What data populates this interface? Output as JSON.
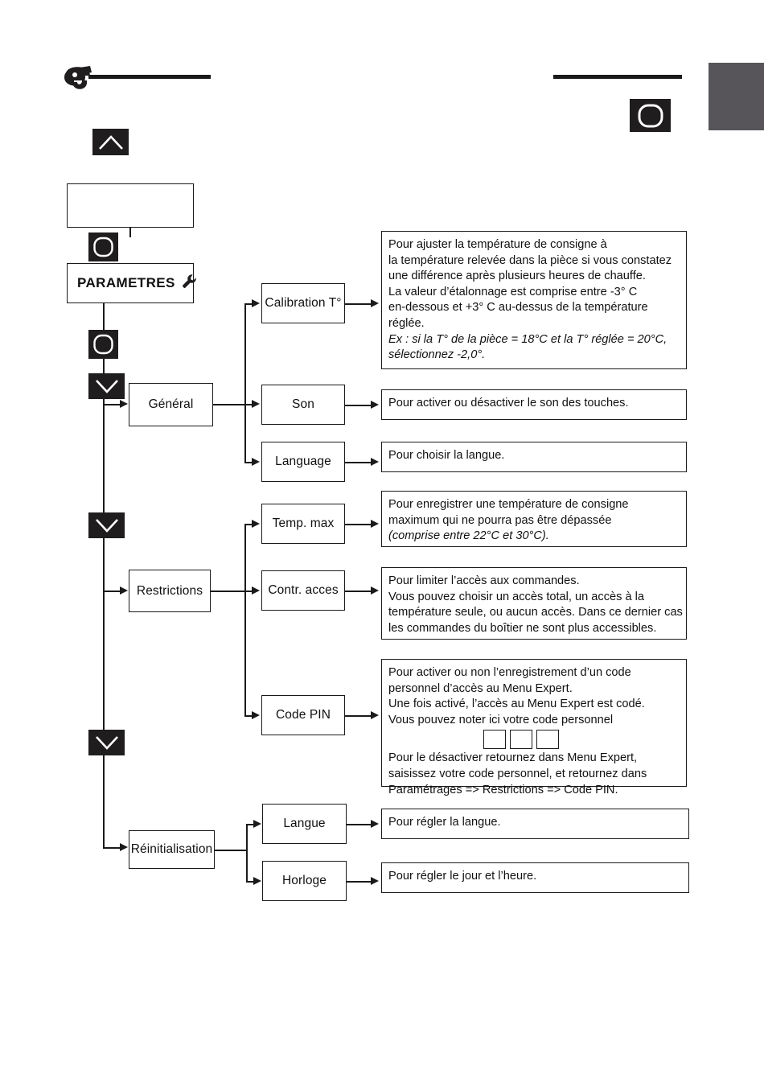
{
  "page": {
    "language": "fr",
    "document_type": "thermostat-menu-flow-diagram",
    "colors": {
      "ink": "#1a1a1a",
      "key_fill": "#1f1d1e",
      "gray_tab": "#58555a",
      "paper": "#ffffff"
    }
  },
  "header": {
    "logo_name": "brand-logo",
    "rule_left_name": "header-rule-left",
    "rule_right_name": "header-rule-right",
    "gray_tab_name": "page-edge-tab"
  },
  "keys": {
    "up": {
      "icon": "chevron-up-icon",
      "label": ""
    },
    "down": {
      "icon": "chevron-down-icon",
      "label": ""
    },
    "ok": {
      "icon": "ok-round-button-icon",
      "label": ""
    }
  },
  "flow": {
    "blank_box": {
      "label": ""
    },
    "title_node": {
      "label": "PARAMETRES",
      "icon": "wrench-icon"
    },
    "categories": [
      {
        "label": "Général"
      },
      {
        "label": "Restrictions"
      },
      {
        "label": "Réinitialisation"
      }
    ],
    "items": [
      {
        "label": "Calibration T°"
      },
      {
        "label": "Son"
      },
      {
        "label": "Language"
      },
      {
        "label": "Temp. max"
      },
      {
        "label": "Contr. acces"
      },
      {
        "label": "Code PIN"
      },
      {
        "label": "Langue"
      },
      {
        "label": "Horloge"
      }
    ]
  },
  "descriptions": {
    "calibration": {
      "lines": [
        "Pour ajuster la température de consigne à",
        "la température relevée dans la pièce si vous constatez",
        "une différence après plusieurs heures de chauffe.",
        "La valeur d’étalonnage est comprise entre -3° C",
        "en-dessous et +3° C au-dessus de la température",
        "réglée."
      ],
      "italic_lines": [
        "Ex : si la T° de la pièce = 18°C et la T° réglée = 20°C,",
        "sélectionnez -2,0°."
      ]
    },
    "son": {
      "lines": [
        "Pour activer ou désactiver le son des touches."
      ],
      "italic_lines": []
    },
    "language": {
      "lines": [
        "Pour choisir la langue."
      ],
      "italic_lines": []
    },
    "temp_max": {
      "lines": [
        "Pour enregistrer une température de consigne",
        "maximum qui ne pourra pas être dépassée"
      ],
      "italic_lines": [
        "(comprise entre 22°C et 30°C)."
      ]
    },
    "contr_acces": {
      "lines": [
        "Pour limiter l’accès aux commandes.",
        "Vous pouvez choisir un accès total, un accès à la",
        "température seule, ou aucun accès. Dans ce dernier cas",
        "les commandes du boîtier ne sont plus accessibles."
      ],
      "italic_lines": []
    },
    "code_pin": {
      "lines_before": [
        "Pour activer ou non l’enregistrement d’un code",
        "personnel d’accès au Menu Expert.",
        "Une fois activé, l’accès au Menu Expert est codé.",
        "Vous pouvez noter ici votre code personnel"
      ],
      "pin_cells": [
        "",
        "",
        ""
      ],
      "lines_after": [
        "Pour le désactiver retournez dans Menu Expert,",
        "saisissez votre code personnel, et retournez dans",
        "Paramétrages => Restrictions => Code PIN."
      ]
    },
    "langue": {
      "lines": [
        "Pour régler la langue."
      ],
      "italic_lines": []
    },
    "horloge": {
      "lines": [
        "Pour régler le jour et l’heure."
      ],
      "italic_lines": []
    }
  }
}
